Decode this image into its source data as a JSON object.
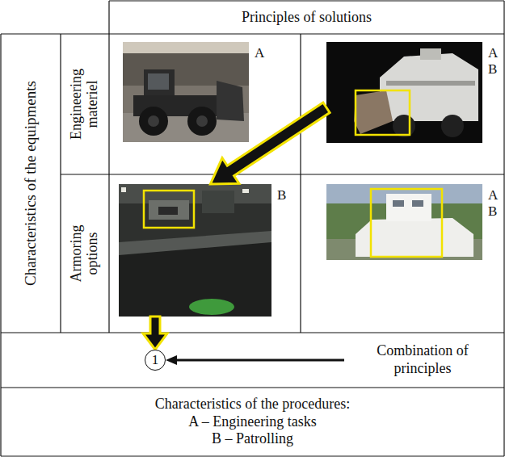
{
  "diagram": {
    "nodes": [
      {
        "text": [
          "Principles of solutions"
        ]
      },
      {
        "text": [
          "Characteristics of the equipments"
        ]
      },
      {
        "text": [
          "Engineering materiel"
        ]
      },
      {
        "text": [
          "Armoring options"
        ]
      },
      {
        "text": [
          "A"
        ]
      },
      {
        "text": [
          "A B"
        ]
      },
      {
        "text": [
          "B"
        ]
      },
      {
        "text": [
          "A B"
        ]
      },
      {
        "text": [
          "1"
        ]
      },
      {
        "text": [
          "Combination of principles"
        ]
      },
      {
        "text": [
          "Characteristics of the procedures:",
          "A – Engineering tasks",
          "B – Patrolling"
        ]
      }
    ],
    "edges": [
      {
        "from": 5,
        "to": 6,
        "arrow": "to"
      },
      {
        "from": 6,
        "to": 8,
        "arrow": "to"
      },
      {
        "from": 9,
        "to": 8,
        "arrow": "to"
      }
    ]
  }
}
